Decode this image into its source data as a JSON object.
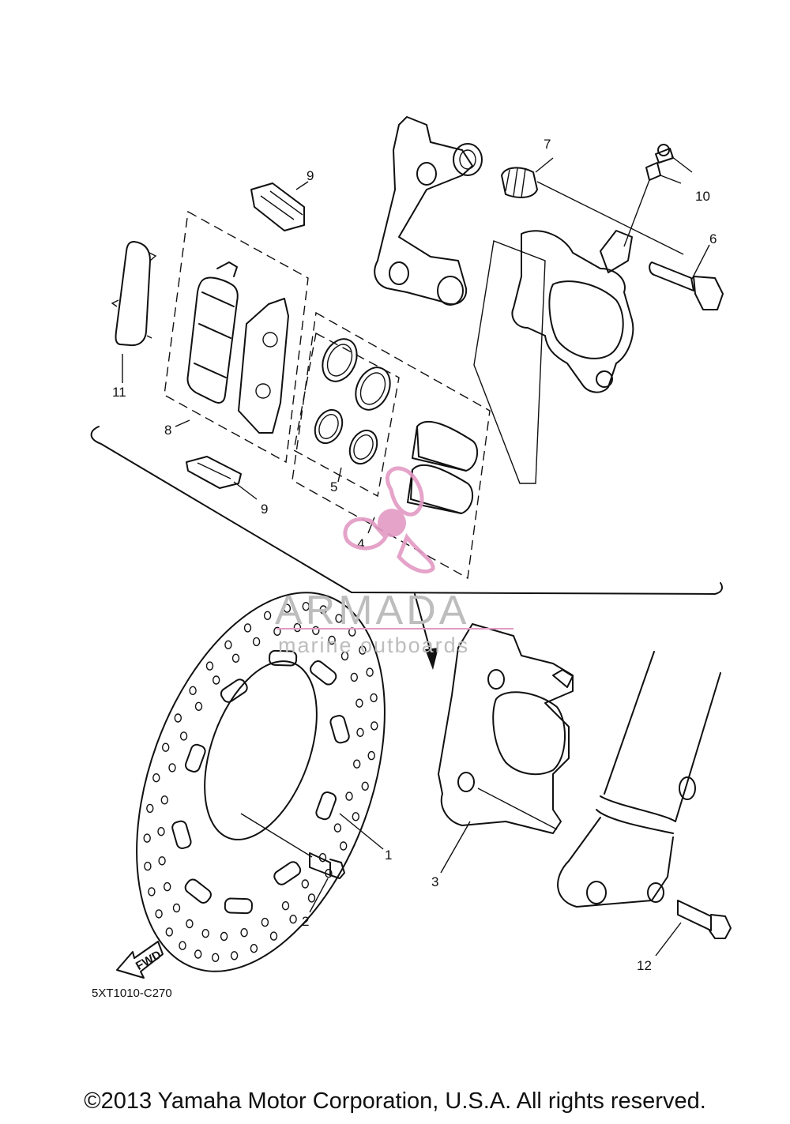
{
  "diagram": {
    "callouts": [
      {
        "id": "1",
        "text": "1"
      },
      {
        "id": "2",
        "text": "2"
      },
      {
        "id": "3",
        "text": "3"
      },
      {
        "id": "4",
        "text": "4"
      },
      {
        "id": "5",
        "text": "5"
      },
      {
        "id": "6",
        "text": "6"
      },
      {
        "id": "7",
        "text": "7"
      },
      {
        "id": "8",
        "text": "8"
      },
      {
        "id": "9a",
        "text": "9"
      },
      {
        "id": "9b",
        "text": "9"
      },
      {
        "id": "10",
        "text": "10"
      },
      {
        "id": "11",
        "text": "11"
      },
      {
        "id": "12",
        "text": "12"
      }
    ],
    "fwd_label": "FWD",
    "drawing_code": "5XT1010-C270"
  },
  "watermark": {
    "brand": "ARMADA",
    "tagline": "marine outboards",
    "accent_color": "#e39ac4"
  },
  "footer": {
    "copyright": "©2013 Yamaha Motor Corporation, U.S.A. All rights reserved."
  }
}
